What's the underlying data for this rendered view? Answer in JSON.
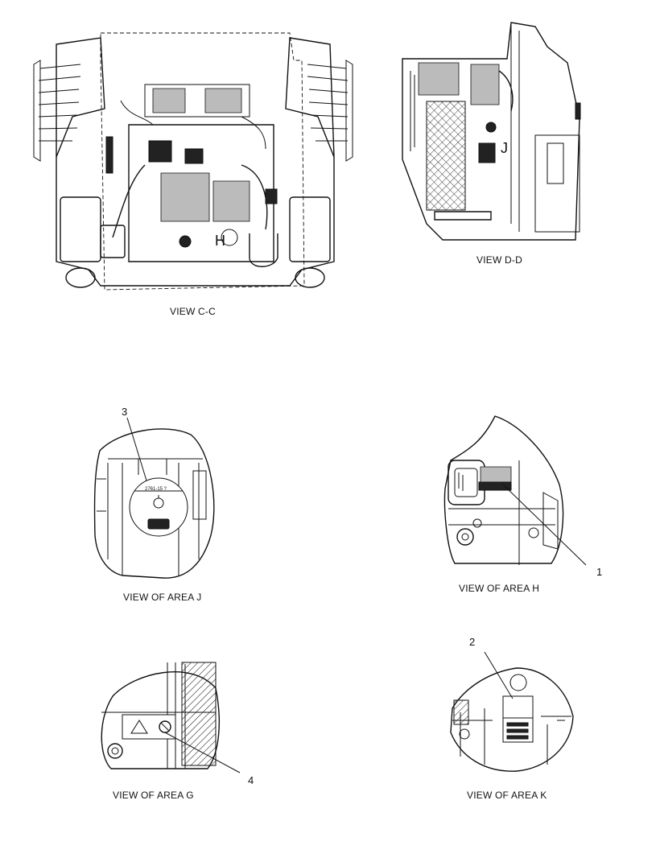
{
  "views": {
    "view_cc": {
      "caption": "VIEW C-C",
      "marker_h": "H"
    },
    "view_dd": {
      "caption": "VIEW D-D",
      "marker_j": "J"
    },
    "area_j": {
      "caption": "VIEW OF AREA J",
      "callout": "3",
      "label_text": "2761-15 ?"
    },
    "area_h": {
      "caption": "VIEW OF AREA H",
      "callout": "1"
    },
    "area_g": {
      "caption": "VIEW OF AREA G",
      "callout": "4"
    },
    "area_k": {
      "caption": "VIEW OF AREA K",
      "callout": "2"
    }
  }
}
